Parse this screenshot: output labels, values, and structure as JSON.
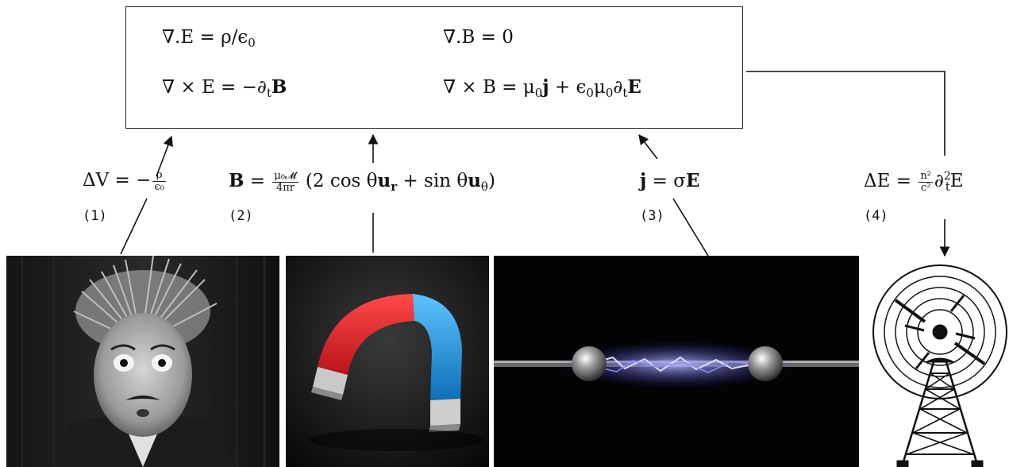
{
  "maxwell": {
    "gauss_e": {
      "lhs": "∇.E",
      "rhs_rho": "ρ",
      "rhs_eps": "ϵ",
      "rhs_sub": "0"
    },
    "gauss_b": {
      "lhs": "∇.B",
      "rhs": "0"
    },
    "faraday": {
      "lhs": "∇ × E",
      "rhs": "−∂",
      "rhs_sub": "t",
      "rhs_b": "B"
    },
    "ampere": {
      "lhs": "∇ × B",
      "mu": "μ",
      "mu_sub": "0",
      "j": "j",
      "plus": "+ ϵ",
      "eps_sub": "0",
      "mu2": "μ",
      "mu2_sub": "0",
      "dt": "∂",
      "dt_sub": "t",
      "e": "E"
    }
  },
  "equations": {
    "eq1": {
      "lhs": "ΔV",
      "eq": "= −",
      "num": "ρ",
      "den": "ϵ₀",
      "label": "(1)"
    },
    "eq2": {
      "lhs": "B",
      "eq": "=",
      "num": "μ₀𝓜",
      "den": "4πr",
      "rhs": "(2 cos θ",
      "ur": "u",
      "ur_sub": "r",
      "plus": "+ sin θ",
      "ut": "u",
      "ut_sub": "θ",
      "close": ")",
      "label": "(2)"
    },
    "eq3": {
      "lhs": "j",
      "eq": "= σ",
      "rhs": "E",
      "label": "(3)"
    },
    "eq4": {
      "lhs": "ΔE",
      "eq": "=",
      "num": "n²",
      "den": "c²",
      "op": "∂",
      "op_sup": "2",
      "op_sub": "t",
      "rhs": "E",
      "label": "(4)"
    }
  },
  "colors": {
    "magnet_red": "#e8262b",
    "magnet_blue": "#1c9ee8",
    "spark": "#8c8cff"
  }
}
